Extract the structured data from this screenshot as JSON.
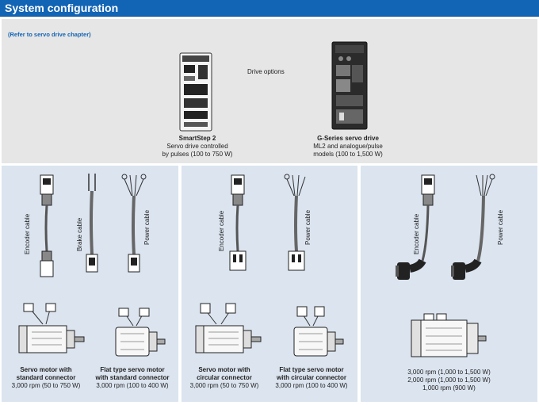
{
  "title": "System configuration",
  "refer_note": "(Refer to servo drive chapter)",
  "drive_options_label": "Drive options",
  "drives": [
    {
      "name": "SmartStep 2",
      "line1": "Servo drive controlled",
      "line2": "by pulses (100 to 750 W)"
    },
    {
      "name": "G-Series servo drive",
      "line1": "ML2 and analogue/pulse",
      "line2": "models (100 to 1,500 W)"
    }
  ],
  "cable_labels": {
    "encoder": "Encoder cable",
    "brake": "Brake cable",
    "power": "Power cable"
  },
  "motors": [
    {
      "line1": "Servo motor with",
      "line2": "standard connector",
      "line3": "3,000 rpm (50 to 750 W)"
    },
    {
      "line1": "Flat type servo motor",
      "line2": "with standard connector",
      "line3": "3,000 rpm (100 to 400 W)"
    },
    {
      "line1": "Servo motor with",
      "line2": "circular connector",
      "line3": "3,000 rpm (50 to 750 W)"
    },
    {
      "line1": "Flat type servo motor",
      "line2": "with circular connector",
      "line3": "3,000 rpm (100 to 400 W)"
    }
  ],
  "large_motor_specs": [
    "3,000 rpm (1,000 to 1,500 W)",
    "2,000 rpm (1,000 to 1,500 W)",
    "1,000 rpm (900 W)"
  ],
  "colors": {
    "header": "#1264b5",
    "top_panel": "#e6e6e6",
    "lower_panel": "#dbe4ef"
  }
}
